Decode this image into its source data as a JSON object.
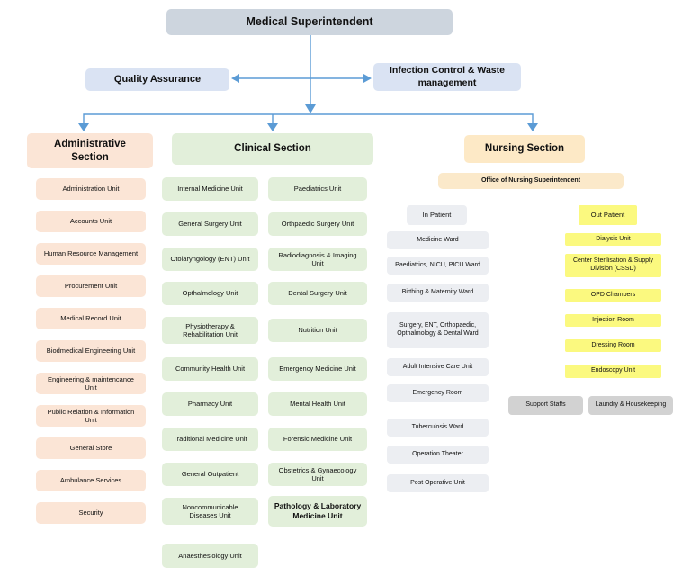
{
  "colors": {
    "steel": "#cdd5de",
    "blue": "#dae3f3",
    "peach": "#fbe5d6",
    "green": "#e2efda",
    "cream": "#fde9c6",
    "cream2": "#fbe9ca",
    "gray": "#eceef2",
    "yellow": "#fbf97f",
    "darkgray": "#d2d2d2",
    "arrow": "#5b9bd5"
  },
  "top": {
    "title": "Medical Superintendent",
    "quality_assurance": "Quality Assurance",
    "infection_control": "Infection Control & Waste management"
  },
  "admin": {
    "header": "Administrative Section",
    "items": [
      "Administration Unit",
      "Accounts Unit",
      "Human Resource Management",
      "Procurement Unit",
      "Medical Record Unit",
      "Biodmedical Engineering Unit",
      "Engineering & maintencance Unit",
      "Public Relation & Information Unit",
      "General Store",
      "Ambulance Services",
      "Security"
    ]
  },
  "clinical": {
    "header": "Clinical Section",
    "col_a": [
      "Internal Medicine Unit",
      "General Surgery Unit",
      "Otolaryngology (ENT) Unit",
      "Opthalmology Unit",
      "Physiotherapy & Rehabilitation Unit",
      "Community Health Unit",
      "Pharmacy Unit",
      "Traditional Medicine Unit",
      "General Outpatient",
      "Noncommunicable Diseases Unit",
      "Anaesthesiology Unit"
    ],
    "col_b": [
      "Paediatrics Unit",
      "Orthpaedic Surgery Unit",
      "Radiodiagnosis & Imaging Unit",
      "Dental Surgery Unit",
      "Nutrition Unit",
      "Emergency Medicine Unit",
      "Mental Health Unit",
      "Forensic Medicine Unit",
      "Obstetrics & Gynaecology Unit",
      "Pathology & Laboratory Medicine Unit"
    ]
  },
  "nursing": {
    "header": "Nursing Section",
    "office": "Office of Nursing Superintendent",
    "in_patient": {
      "header": "In Patient",
      "items": [
        "Medicine Ward",
        "Paediatrics, NICU, PICU Ward",
        "Birthing & Maternity Ward",
        "Surgery, ENT, Orthopaedic, Opthalmology & Dental Ward",
        "Adult Intensive Care Unit",
        "Emergency Room",
        "Tuberculosis Ward",
        "Operation Theater",
        "Post Operative Unit"
      ]
    },
    "out_patient": {
      "header": "Out Patient",
      "items": [
        "Dialysis Unit",
        "Center Sterilisation & Supply Division (CSSD)",
        "OPD Chambers",
        "Injection Room",
        "Dressing Room",
        "Endoscopy Unit"
      ]
    },
    "support": [
      "Support Staffs",
      "Laundry & Housekeeping"
    ]
  }
}
